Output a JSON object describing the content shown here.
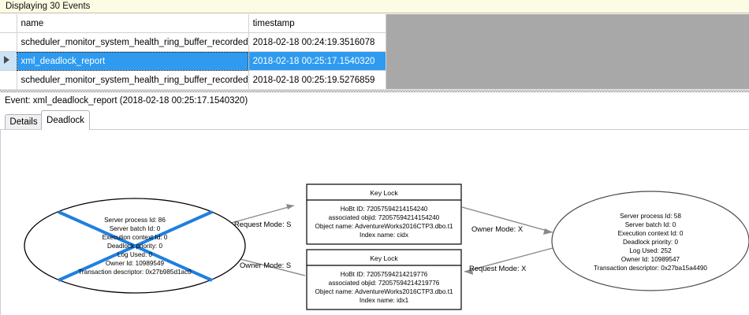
{
  "banner": {
    "text": "Displaying 30 Events"
  },
  "grid": {
    "columns": [
      "",
      "name",
      "timestamp"
    ],
    "rows": [
      {
        "selected": false,
        "marker": "",
        "name": "scheduler_monitor_system_health_ring_buffer_recorded",
        "timestamp": "2018-02-18 00:24:19.3516078"
      },
      {
        "selected": true,
        "marker": "row-selector-arrow-icon",
        "name": "xml_deadlock_report",
        "timestamp": "2018-02-18 00:25:17.1540320"
      },
      {
        "selected": false,
        "marker": "",
        "name": "scheduler_monitor_system_health_ring_buffer_recorded",
        "timestamp": "2018-02-18 00:25:19.5276859"
      }
    ]
  },
  "event_title": "Event: xml_deadlock_report (2018-02-18 00:25:17.1540320)",
  "tabs": [
    {
      "label": "Details",
      "active": false
    },
    {
      "label": "Deadlock",
      "active": true
    }
  ],
  "deadlock": {
    "victim_process": {
      "is_victim": true,
      "lines": [
        "Server process Id: 86",
        "Server batch Id: 0",
        "Execution context Id: 0",
        "Deadlock priority: 0",
        "Log Used: 0",
        "Owner Id: 10989549",
        "Transaction descriptor: 0x27b985d1ac0"
      ]
    },
    "other_process": {
      "is_victim": false,
      "lines": [
        "Server process Id: 58",
        "Server batch Id: 0",
        "Execution context Id: 0",
        "Deadlock priority: 0",
        "Log Used: 252",
        "Owner Id: 10989547",
        "Transaction descriptor: 0x27ba15a4490"
      ]
    },
    "resources": [
      {
        "title": "Key Lock",
        "lines": [
          "HoBt ID: 72057594214154240",
          "associated objid: 72057594214154240",
          "Object name: AdventureWorks2016CTP3.dbo.t1",
          "Index name: cidx"
        ]
      },
      {
        "title": "Key Lock",
        "lines": [
          "HoBt ID: 72057594214219776",
          "associated objid: 72057594214219776",
          "Object name: AdventureWorks2016CTP3.dbo.t1",
          "Index name: idx1"
        ]
      }
    ],
    "edges": [
      {
        "label": "Request Mode: S"
      },
      {
        "label": "Owner Mode: S"
      },
      {
        "label": "Owner Mode: X"
      },
      {
        "label": "Request Mode: X"
      }
    ],
    "colors": {
      "victim_cross": "#1f7fe0",
      "node_stroke": "#000000",
      "edge_stroke": "#8a8a8a",
      "selection_blue": "#2e9bf0",
      "banner_bg": "#fcfbe3"
    }
  }
}
